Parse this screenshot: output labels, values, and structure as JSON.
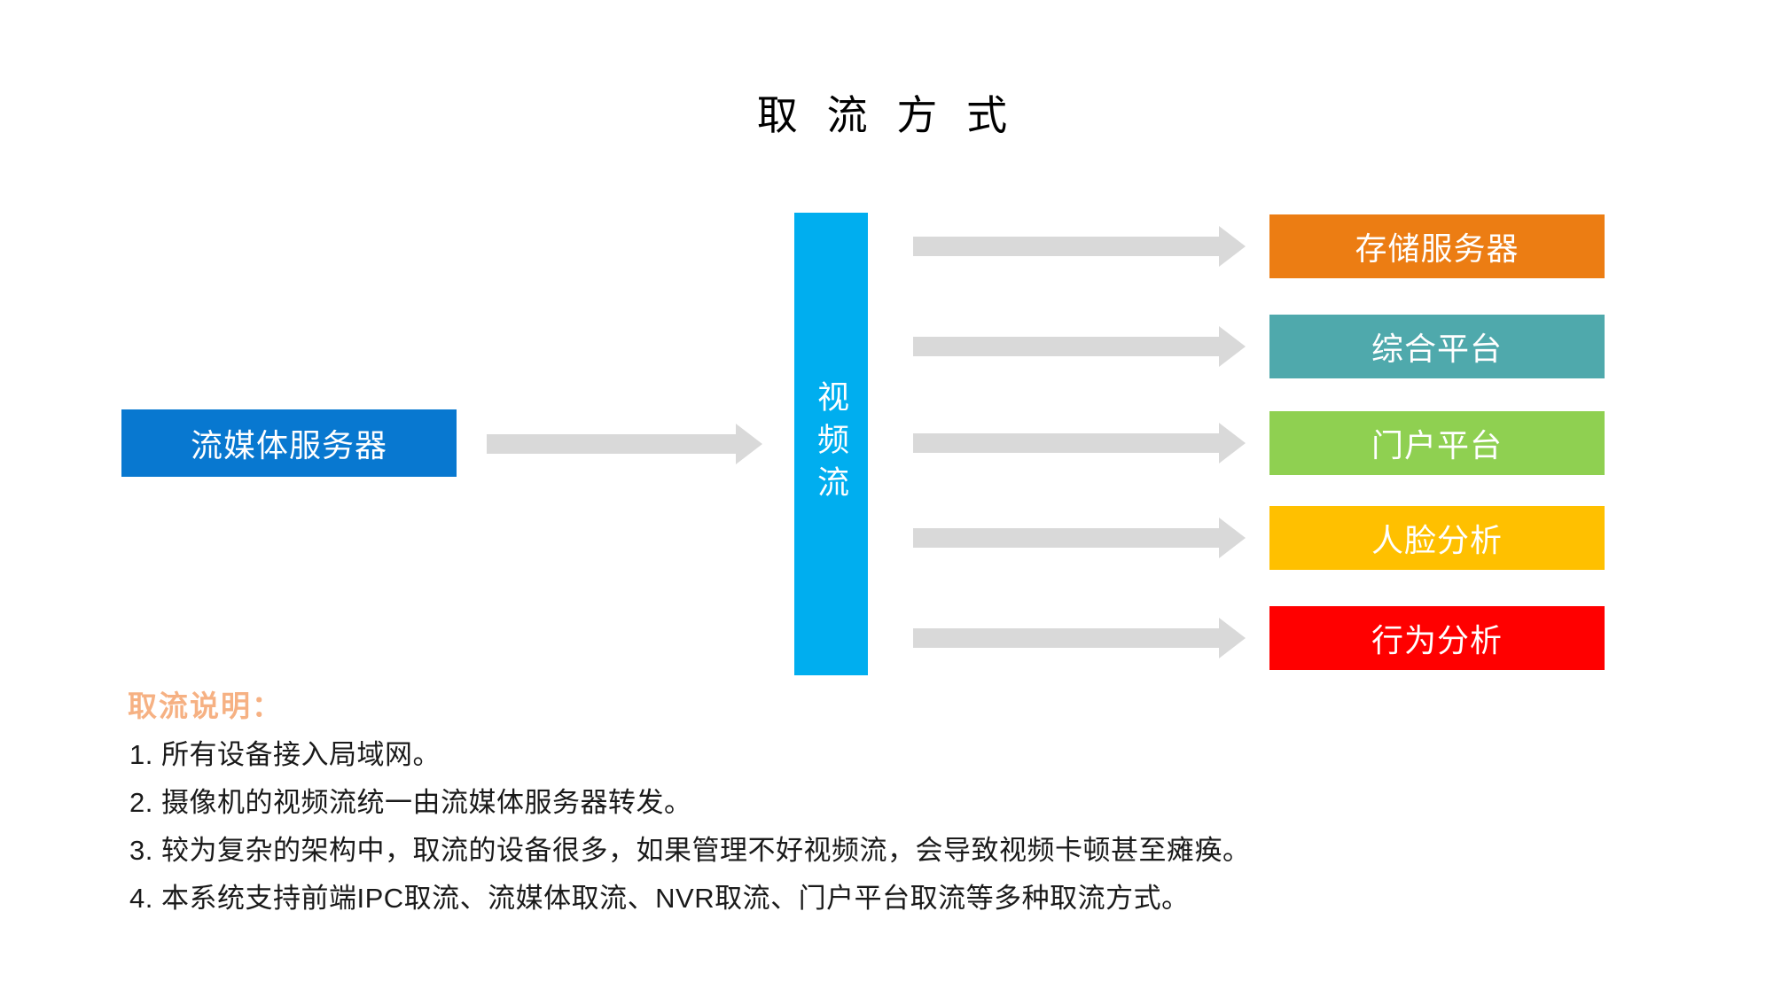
{
  "page": {
    "title": "取 流 方 式"
  },
  "diagram": {
    "source_box": {
      "label": "流媒体服务器",
      "color": "#0878D0",
      "text_color": "#ffffff"
    },
    "stream_box": {
      "label": "视频流",
      "color": "#00AEEF",
      "text_color": "#ffffff"
    },
    "arrow_color": "#D9D9D9",
    "targets": [
      {
        "label": "存储服务器",
        "color": "#EC7D13"
      },
      {
        "label": "综合平台",
        "color": "#4FA9AC"
      },
      {
        "label": "门户平台",
        "color": "#8FD051"
      },
      {
        "label": "人脸分析",
        "color": "#FFC000"
      },
      {
        "label": "行为分析",
        "color": "#FF0000"
      }
    ]
  },
  "notes": {
    "heading": "取流说明：",
    "heading_color": "#F6B183",
    "items": [
      "1. 所有设备接入局域网。",
      "2. 摄像机的视频流统一由流媒体服务器转发。",
      "3. 较为复杂的架构中，取流的设备很多，如果管理不好视频流，会导致视频卡顿甚至瘫痪。",
      "4. 本系统支持前端IPC取流、流媒体取流、NVR取流、门户平台取流等多种取流方式。"
    ]
  }
}
